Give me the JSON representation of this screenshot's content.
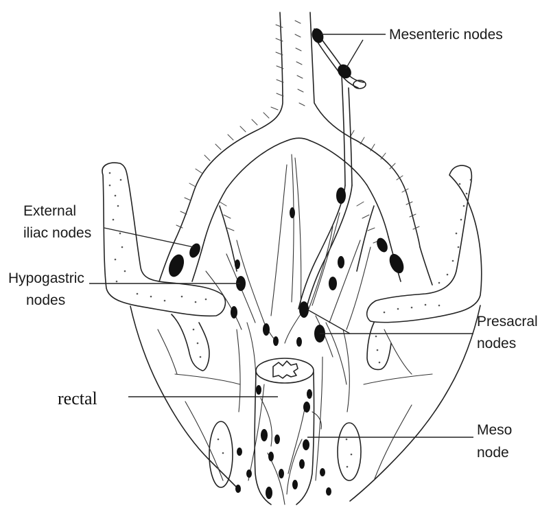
{
  "labels": {
    "mesenteric": "Mesenteric nodes",
    "external_1": "External",
    "external_2": "iliac nodes",
    "hypogastric_1": "Hypogastric",
    "hypogastric_2": "nodes",
    "presacral_1": "Presacral",
    "presacral_2": "nodes",
    "rectal": "rectal",
    "meso_1": "Meso",
    "meso_2": "node"
  },
  "colors": {
    "ink": "#222222",
    "node": "#111111",
    "background": "#ffffff"
  }
}
